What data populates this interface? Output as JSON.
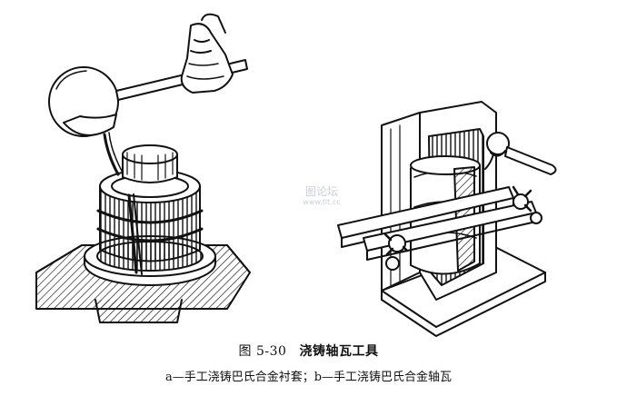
{
  "caption": {
    "figure_number": "图 5-30",
    "title": "浇铸轴瓦工具",
    "subtitle": "a—手工浇铸巴氏合金衬套；b—手工浇铸巴氏合金轴瓦"
  },
  "watermark": {
    "line1": "图论坛",
    "line2": "www.tlt.cc"
  },
  "colors": {
    "ink": "#111111",
    "paper": "#ffffff",
    "watermark": "#c9d0d6"
  }
}
